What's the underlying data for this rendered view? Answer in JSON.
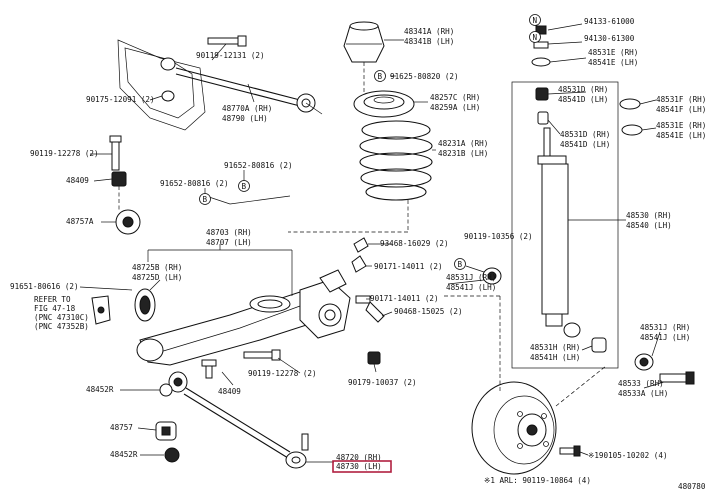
{
  "labels": {
    "p1": [
      "90119-12131 (2)"
    ],
    "p2": [
      "90175-12091 (2)"
    ],
    "p3": [
      "48770A (RH)",
      "48790  (LH)"
    ],
    "p4": [
      "90119-12278 (2)"
    ],
    "p5": [
      "48409"
    ],
    "p6": [
      "91652-80816 (2)"
    ],
    "p7": [
      "91652-80816 (2)"
    ],
    "p8": [
      "48757A"
    ],
    "p9": [
      "48703 (RH)",
      "48707 (LH)"
    ],
    "p10": [
      "48725B (RH)",
      "48725D (LH)"
    ],
    "p11": [
      "91651-80616 (2)"
    ],
    "p12": [
      "REFER TO",
      "FIG 47-18",
      "(PNC 47310C)",
      "(PNC 47352B)"
    ],
    "p13": [
      "48452R"
    ],
    "p14": [
      "48757"
    ],
    "p15": [
      "48452R"
    ],
    "p16": [
      "90119-12278 (2)"
    ],
    "p17": [
      "48409"
    ],
    "p18": [
      "48341A (RH)",
      "48341B (LH)"
    ],
    "p19": [
      "91625-80820 (2)"
    ],
    "p20": [
      "48257C (RH)",
      "48259A (LH)"
    ],
    "p21": [
      "48231A (RH)",
      "48231B (LH)"
    ],
    "p22": [
      "93468-16029 (2)"
    ],
    "p23": [
      "90171-14011 (2)"
    ],
    "p24": [
      "90119-10356 (2)"
    ],
    "p25": [
      "48531J (RH)",
      "48541J (LH)"
    ],
    "p26": [
      "90171-14011 (2)"
    ],
    "p27": [
      "90468-15025 (2)"
    ],
    "p28": [
      "90179-10037 (2)"
    ],
    "p29": [
      "48720 (RH)"
    ],
    "p30": [
      "48730 (LH)"
    ],
    "p31": [
      "94133-61000"
    ],
    "p32": [
      "94130-61300"
    ],
    "p33": [
      "48531E (RH)",
      "48541E (LH)"
    ],
    "p34": [
      "48531D (RH)",
      "48541D (LH)"
    ],
    "p35": [
      "48531D (RH)",
      "48541D (LH)"
    ],
    "p36": [
      "48531F (RH)",
      "48541F (LH)"
    ],
    "p37": [
      "48531E (RH)",
      "48541E (LH)"
    ],
    "p38": [
      "48530 (RH)",
      "48540 (LH)"
    ],
    "p39": [
      "48531H (RH)",
      "48541H (LH)"
    ],
    "p40": [
      "48531J (RH)",
      "48541J (LH)"
    ],
    "p41": [
      "48533  (RH)",
      "48533A (LH)"
    ],
    "p42": [
      "※190105-10202 (4)"
    ],
    "p43": [
      "※1 ARL: 90119-10864 (4)"
    ],
    "p44": [
      "480780"
    ]
  },
  "callout_letters": [
    "B",
    "B",
    "B",
    "B",
    "N",
    "N"
  ],
  "highlight_part": "48730 (LH)"
}
